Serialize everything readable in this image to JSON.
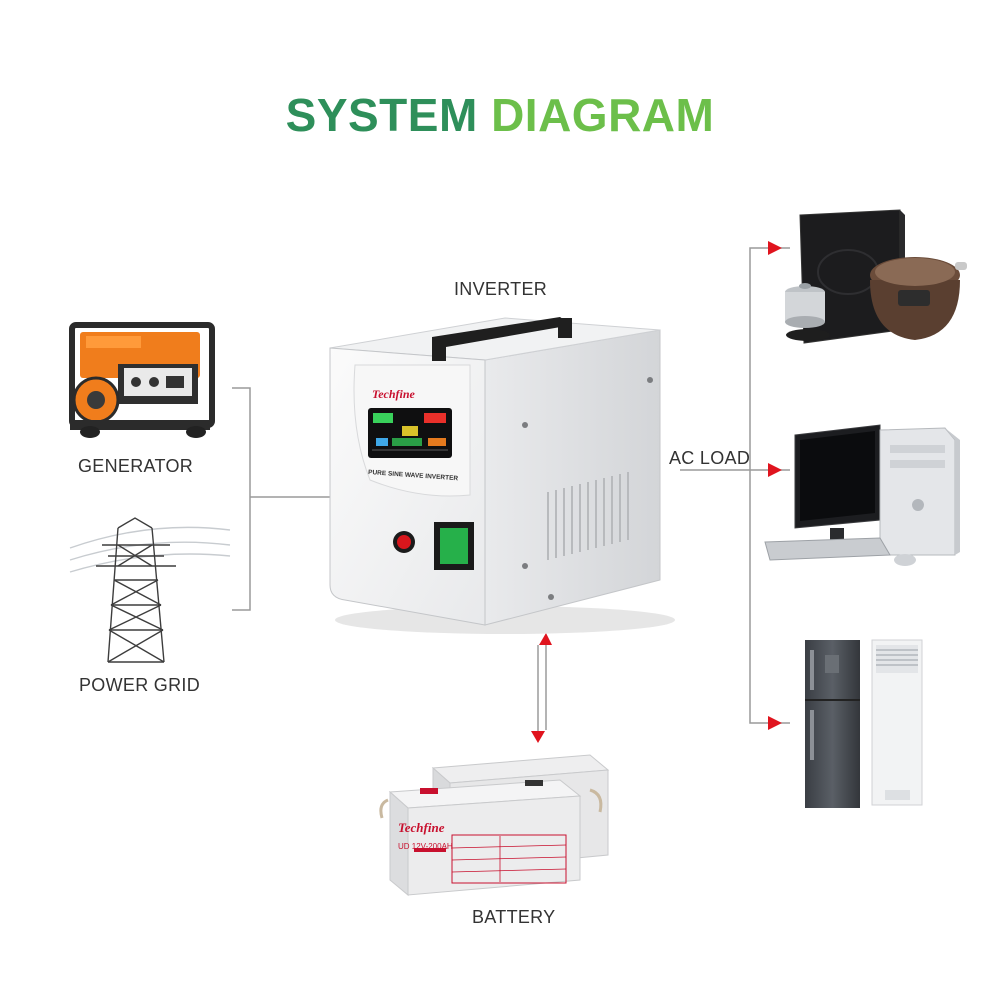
{
  "title": {
    "part1": "SYSTEM",
    "part2": "DIAGRAM"
  },
  "labels": {
    "inverter": "INVERTER",
    "generator": "GENERATOR",
    "power_grid": "POWER GRID",
    "ac_load": "AC LOAD",
    "battery": "BATTERY"
  },
  "branding": {
    "inverter_brand": "Techfine",
    "inverter_model": "PURE SINE WAVE INVERTER",
    "battery_brand": "Techfine",
    "battery_model": "UD 12V-200AH"
  },
  "colors": {
    "title_dark": "#2e8f5a",
    "title_light": "#6cbf4a",
    "arrow": "#e0141e",
    "line": "#9a9a9a"
  }
}
